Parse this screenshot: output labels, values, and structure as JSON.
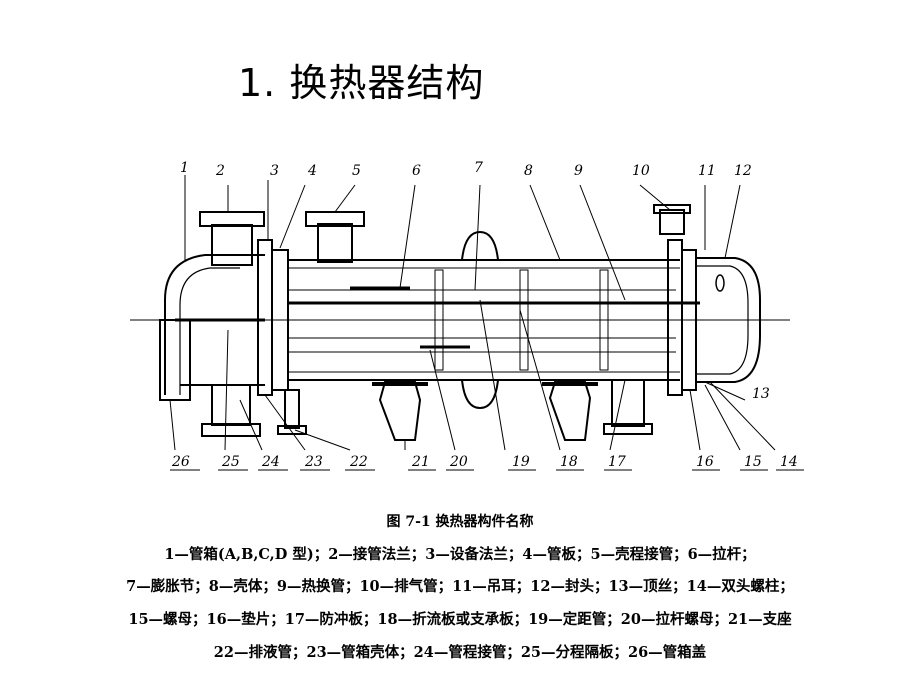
{
  "title": "1. 换热器结构",
  "figure": {
    "top_labels": [
      "1",
      "2",
      "3",
      "4",
      "5",
      "6",
      "7",
      "8",
      "9",
      "10",
      "11",
      "12"
    ],
    "bottom_labels": [
      "26",
      "25",
      "24",
      "23",
      "22",
      "21",
      "20",
      "19",
      "18",
      "17",
      "16",
      "15",
      "14"
    ],
    "side_label": "13",
    "caption": "图 7-1  换热器构件名称",
    "legend_lines": [
      "1—管箱(A,B,C,D 型)；2—接管法兰；3—设备法兰；4—管板；5—壳程接管；6—拉杆；",
      "7—膨胀节；8—壳体；9—热换管；10—排气管；11—吊耳；12—封头；13—顶丝；14—双头螺柱；",
      "15—螺母；16—垫片；17—防冲板；18—折流板或支承板；19—定距管；20—拉杆螺母；21—支座",
      "22—排液管；23—管箱壳体；24—管程接管；25—分程隔板；26—管箱盖"
    ]
  }
}
